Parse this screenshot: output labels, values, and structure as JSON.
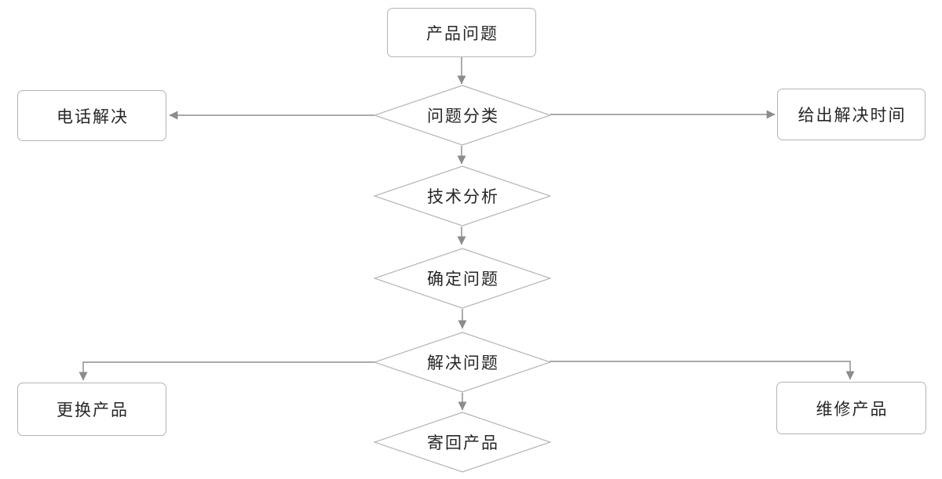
{
  "diagram": {
    "type": "flowchart",
    "nodes": {
      "product_issue": {
        "label": "产品问题",
        "shape": "rounded-rect"
      },
      "classify": {
        "label": "问题分类",
        "shape": "diamond"
      },
      "phone_solve": {
        "label": "电话解决",
        "shape": "rounded-rect"
      },
      "give_time": {
        "label": "给出解决时间",
        "shape": "rounded-rect"
      },
      "tech_analysis": {
        "label": "技术分析",
        "shape": "diamond"
      },
      "confirm_issue": {
        "label": "确定问题",
        "shape": "diamond"
      },
      "solve_issue": {
        "label": "解决问题",
        "shape": "diamond"
      },
      "replace_product": {
        "label": "更换产品",
        "shape": "rounded-rect"
      },
      "repair_product": {
        "label": "维修产品",
        "shape": "rounded-rect"
      },
      "return_product": {
        "label": "寄回产品",
        "shape": "diamond"
      }
    },
    "edges": [
      {
        "from": "product_issue",
        "to": "classify",
        "direction": "down"
      },
      {
        "from": "classify",
        "to": "phone_solve",
        "direction": "left"
      },
      {
        "from": "classify",
        "to": "give_time",
        "direction": "right"
      },
      {
        "from": "classify",
        "to": "tech_analysis",
        "direction": "down"
      },
      {
        "from": "tech_analysis",
        "to": "confirm_issue",
        "direction": "down"
      },
      {
        "from": "confirm_issue",
        "to": "solve_issue",
        "direction": "down"
      },
      {
        "from": "solve_issue",
        "to": "replace_product",
        "direction": "left-down"
      },
      {
        "from": "solve_issue",
        "to": "repair_product",
        "direction": "right-down"
      },
      {
        "from": "solve_issue",
        "to": "return_product",
        "direction": "down"
      }
    ],
    "colors": {
      "background": "#ffffff",
      "node_fill": "#ffffff",
      "node_border": "#b4b4b4",
      "connector_line": "#9e9e9e",
      "arrowhead": "#8c8c8c",
      "text": "#262626"
    }
  }
}
